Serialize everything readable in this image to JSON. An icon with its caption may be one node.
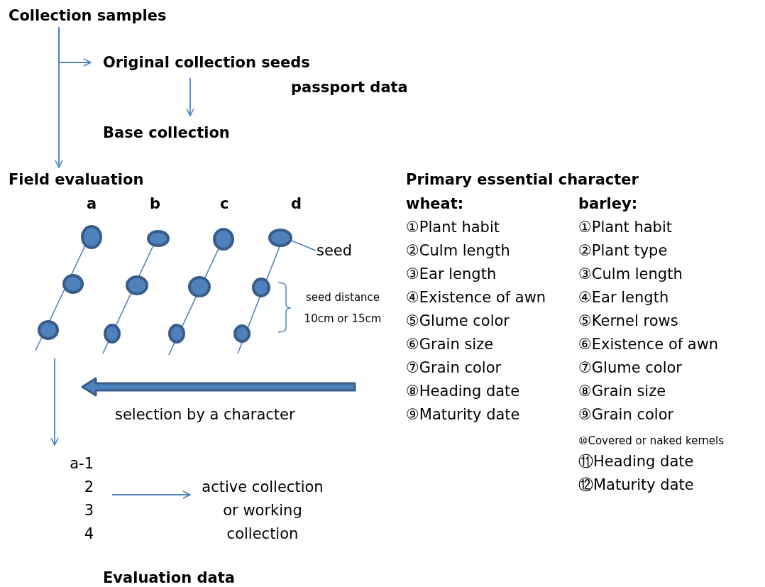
{
  "diagram": {
    "nodes": [
      {
        "text": [
          "Collection samples"
        ]
      },
      {
        "text": [
          "Original collection seeds"
        ]
      },
      {
        "text": [
          "Base collection"
        ]
      },
      {
        "text": [
          "Field evaluation"
        ]
      },
      {
        "text": [
          "a"
        ]
      },
      {
        "text": [
          "b"
        ]
      },
      {
        "text": [
          "c"
        ]
      },
      {
        "text": [
          "d"
        ]
      },
      {
        "text": [
          "seed"
        ]
      },
      {
        "text": [],
        "shape": "circle",
        "in": 7
      },
      {
        "text": [
          "a-1 2 3 4"
        ]
      },
      {
        "text": [
          "active collection or working collection"
        ]
      }
    ],
    "edges": [
      {
        "from": 0,
        "to": 1,
        "arrow": "to"
      },
      {
        "from": 0,
        "to": 3,
        "arrow": "to"
      },
      {
        "from": 1,
        "to": 2,
        "arrow": "to"
      },
      {
        "from": 4,
        "to": 10,
        "arrow": "to"
      },
      {
        "from": 10,
        "to": 11,
        "arrow": "to"
      },
      {
        "from": 8,
        "to": 9,
        "arrow": "none"
      }
    ],
    "labels": [
      "passport data",
      "seed distance 10cm or 15cm",
      "selection by a character",
      "Primary essential character",
      "wheat:",
      "barley:",
      "①Plant habit",
      "②Culm length",
      "③Ear length",
      "④Existence of awn",
      "⑤Glume color",
      "⑥Grain size",
      "⑦Grain color",
      "⑧Heading date",
      "⑨Maturity date",
      "①Plant habit",
      "②Plant type",
      "③Culm length",
      "④Ear length",
      "⑤Kernel rows",
      "⑥Existence of awn",
      "⑦Glume color",
      "⑧Grain size",
      "⑨Grain color",
      "⑩Covered or naked kernels",
      "⑪Heading date",
      "⑫Maturity date",
      "Evaluation data"
    ]
  }
}
